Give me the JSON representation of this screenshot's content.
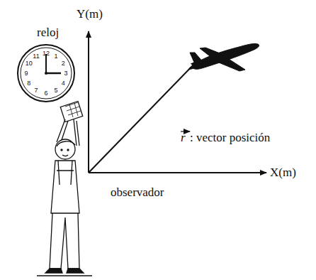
{
  "diagram": {
    "labels": [
      "Y(m)",
      "X(m)",
      "reloj",
      "r",
      ": vector posición",
      "observador",
      "12",
      "1",
      "2",
      "3",
      "4",
      "5",
      "6",
      "7",
      "8",
      "9",
      "10",
      "11"
    ]
  }
}
